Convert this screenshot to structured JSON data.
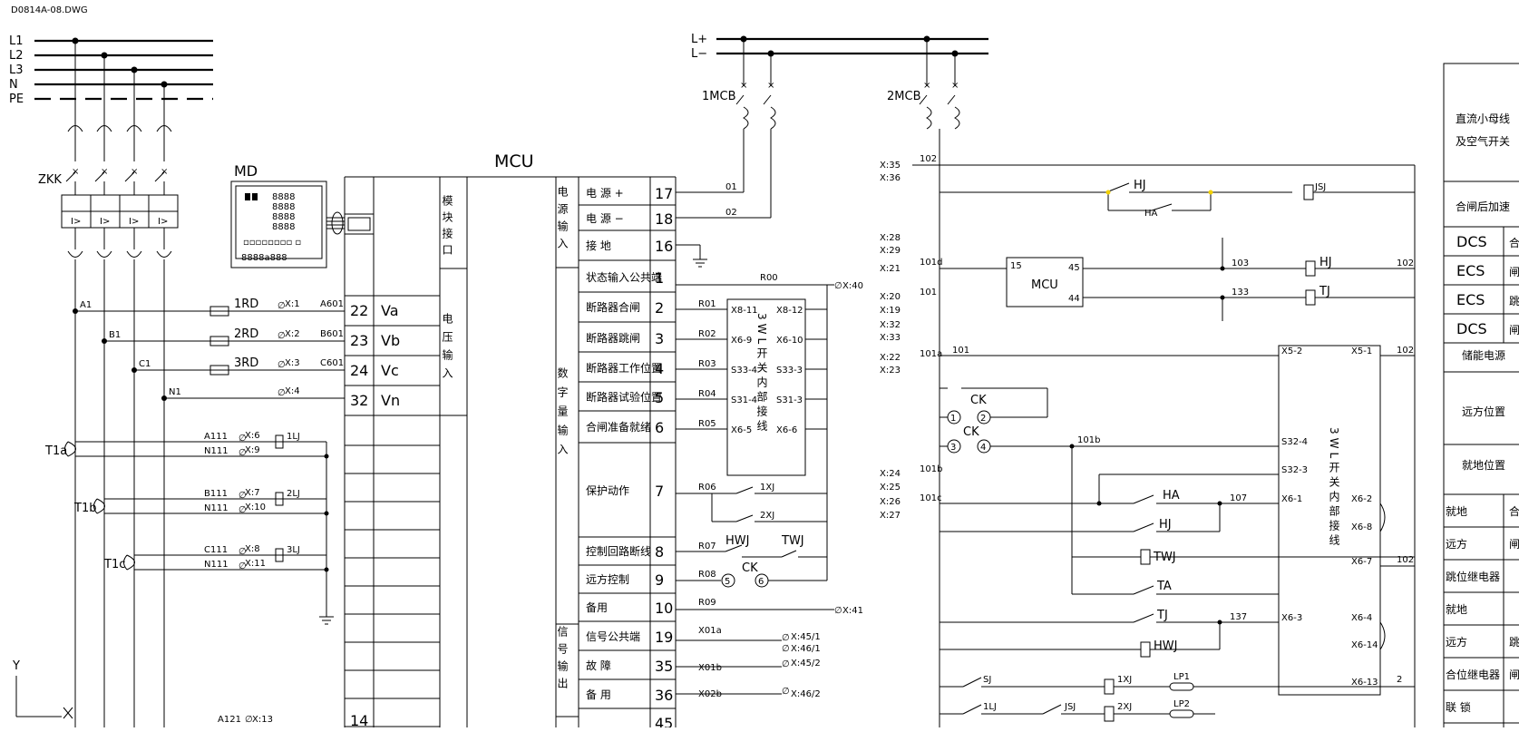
{
  "file_name": "D0814A-08.DWG",
  "buses": {
    "three_phase": [
      "L1",
      "L2",
      "L3",
      "N",
      "PE"
    ],
    "dc": [
      "L+",
      "L−"
    ]
  },
  "breakers": {
    "zkk": "ZKK",
    "mcb1": "1MCB",
    "mcb2": "2MCB"
  },
  "md_label": "MD",
  "md_display": {
    "segments": [
      "8888",
      "8888",
      "8888",
      "8888"
    ],
    "keys": "8888a888"
  },
  "mcu_label": "MCU",
  "phase_nodes": [
    "A1",
    "B1",
    "C1",
    "N1"
  ],
  "fuses": [
    "1RD",
    "2RD",
    "3RD"
  ],
  "wire_codes": {
    "a": "A601",
    "b": "B601",
    "c": "C601",
    "a111": "A111",
    "n111": "N111",
    "b111": "B111",
    "c111": "C111",
    "a121": "A121"
  },
  "ct_labels": [
    "T1a",
    "T1b",
    "T1c"
  ],
  "ct_relays": [
    "1LJ",
    "2LJ",
    "3LJ"
  ],
  "terminals_left": [
    "X:1",
    "X:2",
    "X:3",
    "X:4",
    "X:6",
    "X:9",
    "X:7",
    "X:10",
    "X:8",
    "X:11",
    "X:13"
  ],
  "voltage_rows": [
    {
      "pin": "22",
      "name": "Va"
    },
    {
      "pin": "23",
      "name": "Vb"
    },
    {
      "pin": "24",
      "name": "Vc"
    },
    {
      "pin": "32",
      "name": "Vn"
    }
  ],
  "left_bottom_pin": "14",
  "module_interface": "模块接口",
  "voltage_input": "电压输入",
  "group_power": "电源输入",
  "group_digital": "数字量输入",
  "group_signal": "信号输出",
  "digital_rows": [
    {
      "label": "电 源 +",
      "pin": "17"
    },
    {
      "label": "电 源 −",
      "pin": "18"
    },
    {
      "label": "接  地",
      "pin": "16"
    },
    {
      "label": "状态输入公共端",
      "pin": "1"
    },
    {
      "label": "断路器合闸",
      "pin": "2"
    },
    {
      "label": "断路器跳闸",
      "pin": "3"
    },
    {
      "label": "断路器工作位置",
      "pin": "4"
    },
    {
      "label": "断路器试验位置",
      "pin": "5"
    },
    {
      "label": "合闸准备就绪",
      "pin": "6"
    },
    {
      "label": "保护动作",
      "pin": "7"
    },
    {
      "label": "控制回路断线",
      "pin": "8"
    },
    {
      "label": "远方控制",
      "pin": "9"
    },
    {
      "label": "备用",
      "pin": "10"
    },
    {
      "label": "信号公共端",
      "pin": "19"
    },
    {
      "label": "故  障",
      "pin": "35"
    },
    {
      "label": "备  用",
      "pin": "36"
    },
    {
      "label": "",
      "pin": "45"
    }
  ],
  "r_wires": [
    "01",
    "02",
    "R00",
    "R01",
    "R02",
    "R03",
    "R04",
    "R05",
    "R06",
    "R07",
    "R08",
    "R09",
    "X01a",
    "X01b",
    "X02b"
  ],
  "switch_box": {
    "title": "3WL开关内部接线",
    "left_pins": [
      "X8-11",
      "X6-9",
      "S33-4",
      "S31-4",
      "X6-5"
    ],
    "right_pins": [
      "X8-12",
      "X6-10",
      "S33-3",
      "S31-3",
      "X6-6"
    ]
  },
  "relay_tags": [
    "1XJ",
    "2XJ",
    "HWJ",
    "TWJ",
    "CK"
  ],
  "ck_contacts": [
    "5",
    "6"
  ],
  "mid_terminals": [
    "X:40",
    "X:41",
    "X:45/1",
    "X:46/1",
    "X:45/2",
    "X:46/2"
  ],
  "ctrl_terminals": [
    "X:35",
    "X:36",
    "X:28",
    "X:29",
    "X:21",
    "X:20",
    "X:19",
    "X:32",
    "X:33",
    "X:22",
    "X:23",
    "X:24",
    "X:25",
    "X:26",
    "X:27"
  ],
  "ctrl_nodes": [
    "102",
    "101d",
    "101",
    "101",
    "101a",
    "101b",
    "101c",
    "101b",
    "103",
    "133",
    "107",
    "137",
    "102",
    "102",
    "102",
    "2"
  ],
  "ctrl_relays": [
    "HJ",
    "JSJ",
    "HA",
    "HJ",
    "TJ",
    "HA",
    "HJ",
    "TWJ",
    "TA",
    "TJ",
    "HWJ",
    "SJ",
    "1XJ",
    "LP1",
    "1LJ",
    "JSJ",
    "2XJ",
    "LP2"
  ],
  "mcu_small": {
    "label": "MCU",
    "pins": [
      "15",
      "45",
      "44"
    ]
  },
  "ck_labels": [
    "CK",
    "CK"
  ],
  "ck_contacts_ctrl": [
    "1",
    "2",
    "3",
    "4"
  ],
  "switch_box2": {
    "title": "3WL开关内部接线",
    "left_pins": [
      "X5-2",
      "S32-4",
      "S32-3",
      "X6-1",
      "X6-3"
    ],
    "right_pins": [
      "X5-1",
      "X6-2",
      "X6-8",
      "X6-7",
      "X6-4",
      "X6-14",
      "X6-13"
    ]
  },
  "legend": {
    "top1": "直流小母线",
    "top2": "及空气开关",
    "row_close_lock": "合闸后加速",
    "rows": [
      {
        "left": "DCS",
        "right": "合"
      },
      {
        "left": "ECS",
        "right": "闸"
      },
      {
        "left": "ECS",
        "right": "跳"
      },
      {
        "left": "DCS",
        "right": "闸"
      }
    ],
    "energy": "储能电源",
    "remote_pos": "远方位置",
    "local_pos": "就地位置",
    "rows2": [
      {
        "left": "就地",
        "right": "合"
      },
      {
        "left": "远方",
        "right": "闸"
      },
      {
        "left": "跳位继电器",
        "right": ""
      },
      {
        "left": "就地",
        "right": ""
      },
      {
        "left": "远方",
        "right": "跳"
      },
      {
        "left": "合位继电器",
        "right": "闸"
      },
      {
        "left": "联  锁",
        "right": ""
      }
    ]
  },
  "axis_label": "Y"
}
